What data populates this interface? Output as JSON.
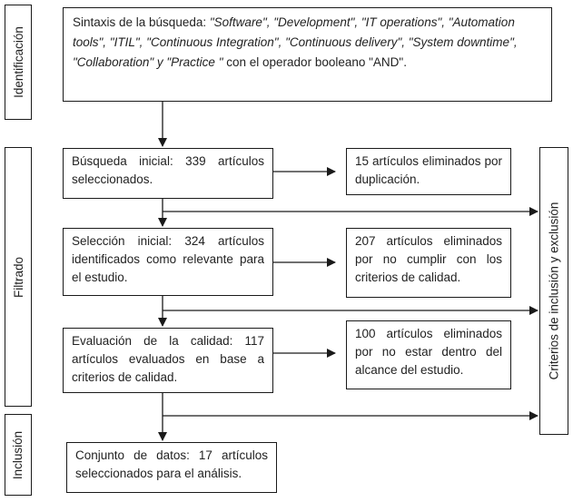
{
  "phases": {
    "identificacion": "Identificación",
    "filtrado": "Filtrado",
    "inclusion": "Inclusión"
  },
  "criteria_label": "Criterios de inclusión y exclusión",
  "search_box": {
    "label": "Sintaxis de la búsqueda",
    "colon": ": ",
    "terms": "\"Software\", \"Development\", \"IT operations\", \"Automation tools\", \"ITIL\", \"Continuous Integration\", \"Continuous delivery\", \"System downtime\", \"Collaboration\" y \"Practice \"",
    "suffix": " con el operador booleano \"AND\"."
  },
  "steps": [
    {
      "label": "Búsqueda inicial:",
      "text": " 339 artículos seleccionados."
    },
    {
      "label": "Selección inicial:",
      "text": " 324 artículos identificados como relevante para el estudio."
    },
    {
      "label": "Evaluación de la calidad:",
      "text": " 117 artículos evaluados en base a criterios de calidad."
    },
    {
      "label": "Conjunto de datos:",
      "text": " 17 artículos seleccionados para el análisis."
    }
  ],
  "eliminated": [
    "15 artículos eliminados por duplicación.",
    "207 artículos eliminados por no cumplir con los criterios de calidad.",
    "100 artículos eliminados por no estar dentro del alcance del estudio."
  ]
}
